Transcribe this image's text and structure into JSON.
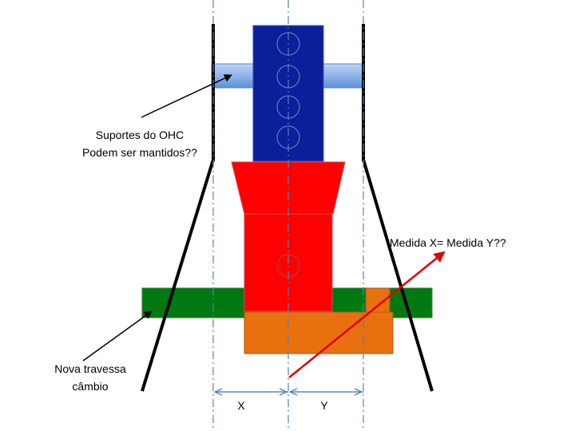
{
  "labels": {
    "supports_line1": "Suportes do OHC",
    "supports_line2": "Podem ser mantidos??",
    "measure": "Medida X= Medida Y??",
    "crossbar_line1": "Nova travessa",
    "crossbar_line2": "câmbio",
    "x": "X",
    "y": "Y"
  },
  "colors": {
    "engine_block": "#0a1f99",
    "adapter": "#ff0000",
    "supports_bar": "#8fb4ea",
    "crossbar": "#007a10",
    "transmission_mount": "#e8700f",
    "centerline": "#4f81bd",
    "measure_arrow": "#e00000",
    "frame": "#000000"
  },
  "icons": [
    "arrow-icon",
    "dimension-arrow-icon"
  ]
}
